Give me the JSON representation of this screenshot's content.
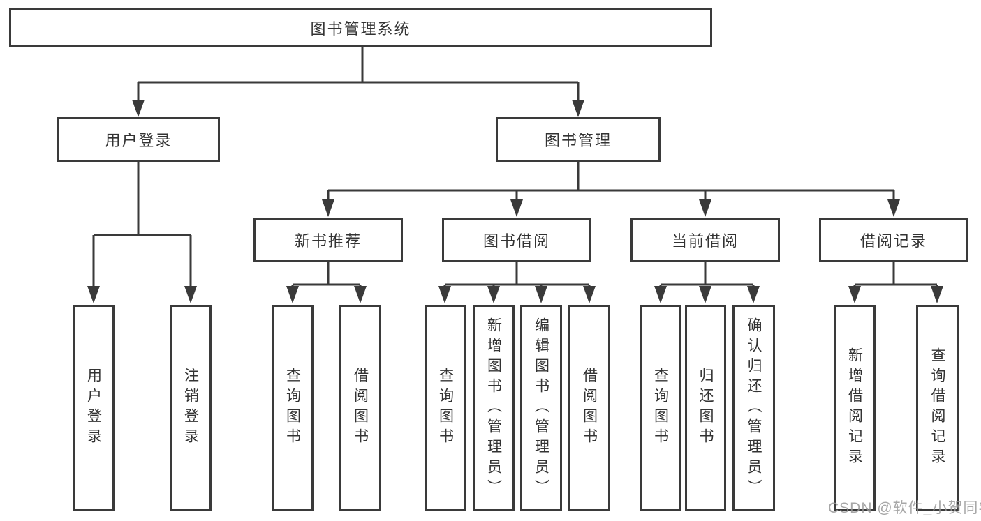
{
  "nodes": {
    "root": "图书管理系统",
    "user_login": "用户登录",
    "book_mgmt": "图书管理",
    "new_book_rec": "新书推荐",
    "book_borrow": "图书借阅",
    "current_borrow": "当前借阅",
    "borrow_record": "借阅记录",
    "leaf_user_login": "用户登录",
    "leaf_logout": "注销登录",
    "leaf_nb_query": "查询图书",
    "leaf_nb_borrow": "借阅图书",
    "leaf_bb_query": "查询图书",
    "leaf_bb_add": "新增图书（管理员）",
    "leaf_bb_edit": "编辑图书（管理员）",
    "leaf_bb_lend": "借阅图书",
    "leaf_cb_query": "查询图书",
    "leaf_cb_return": "归还图书",
    "leaf_cb_confirm": "确认归还（管理员）",
    "leaf_br_add": "新增借阅记录",
    "leaf_br_query": "查询借阅记录"
  },
  "hierarchy": {
    "label": "图书管理系统",
    "children": [
      {
        "label": "用户登录",
        "children": [
          {
            "label": "用户登录"
          },
          {
            "label": "注销登录"
          }
        ]
      },
      {
        "label": "图书管理",
        "children": [
          {
            "label": "新书推荐",
            "children": [
              {
                "label": "查询图书"
              },
              {
                "label": "借阅图书"
              }
            ]
          },
          {
            "label": "图书借阅",
            "children": [
              {
                "label": "查询图书"
              },
              {
                "label": "新增图书（管理员）"
              },
              {
                "label": "编辑图书（管理员）"
              },
              {
                "label": "借阅图书"
              }
            ]
          },
          {
            "label": "当前借阅",
            "children": [
              {
                "label": "查询图书"
              },
              {
                "label": "归还图书"
              },
              {
                "label": "确认归还（管理员）"
              }
            ]
          },
          {
            "label": "借阅记录",
            "children": [
              {
                "label": "新增借阅记录"
              },
              {
                "label": "查询借阅记录"
              }
            ]
          }
        ]
      }
    ]
  },
  "watermark": "CSDN @软件_小贺同学",
  "colors": {
    "line": "#3a3a3a",
    "box_border": "#3a3a3a",
    "text": "#333333",
    "watermark": "#989898",
    "background": "#ffffff"
  }
}
